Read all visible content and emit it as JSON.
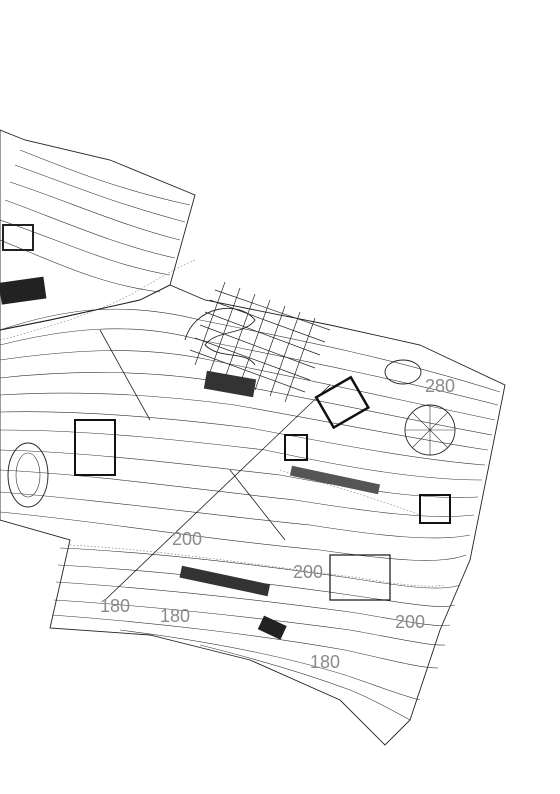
{
  "map": {
    "contour_labels": [
      "280",
      "200",
      "200",
      "180",
      "180",
      "200",
      "180"
    ]
  }
}
